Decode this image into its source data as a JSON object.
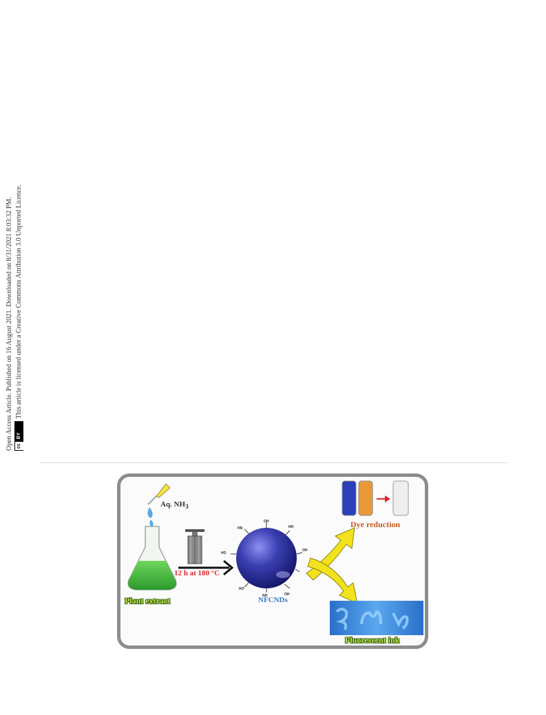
{
  "side_notice": {
    "line1": "Open Access Article. Published on 16 August 2021. Downloaded on 8/31/2021 8:03:32 PM.",
    "line2": "This article is licensed under a Creative Commons Attribution 3.0 Unported Licence.",
    "badge_cc": "cc",
    "badge_by": "BY"
  },
  "figure": {
    "reagent": "Aq. NH",
    "reagent_sub": "3",
    "condition": "12 h at 180 °C",
    "start_label": "Plant extract",
    "product_label": "NFCNDs",
    "app1_label": "Dye reduction",
    "app2_label": "Fluorescent ink",
    "groups": [
      "OH",
      "NH",
      "HO",
      "OH",
      "HO",
      "NH",
      "OH",
      "HN"
    ]
  },
  "colors": {
    "extract_green": "#3fb93b",
    "dot_blue": "#3a3fb0",
    "arrow_yellow": "#f2e21c",
    "ink_glow": "#3b8ee0"
  }
}
